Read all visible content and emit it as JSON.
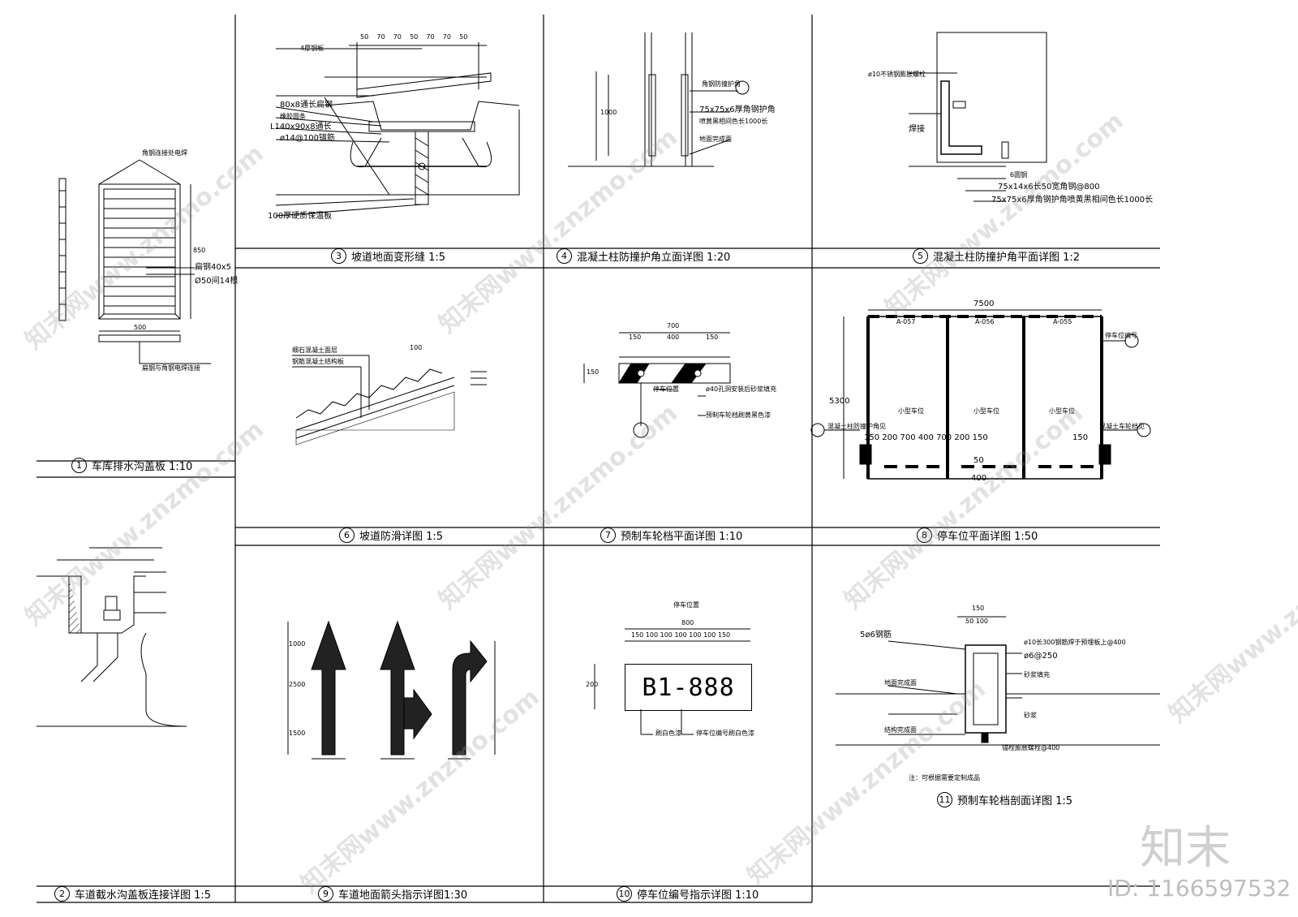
{
  "captions": [
    {
      "num": "1",
      "text": "车库排水沟盖板 1:10"
    },
    {
      "num": "3",
      "text": "坡道地面变形缝    1:5"
    },
    {
      "num": "4",
      "text": "混凝土柱防撞护角立面详图 1:20"
    },
    {
      "num": "5",
      "text": "混凝土柱防撞护角平面详图 1:2"
    },
    {
      "num": "6",
      "text": "坡道防滑详图 1:5"
    },
    {
      "num": "7",
      "text": "预制车轮档平面详图 1:10"
    },
    {
      "num": "8",
      "text": "停车位平面详图 1:50"
    },
    {
      "num": "2",
      "text": "车道截水沟盖板连接详图   1:5"
    },
    {
      "num": "9",
      "text": "车道地面箭头指示详图1:30"
    },
    {
      "num": "10",
      "text": "停车位编号指示详图 1:10"
    },
    {
      "num": "11",
      "text": "预制车轮档剖面详图 1:5"
    }
  ],
  "d1": {
    "l1": "扁钢40x5",
    "l2": "Ø50间14根",
    "l3": "500",
    "l4": "扁钢与角钢电焊连接",
    "l5": "角钢连接处电焊",
    "l6": "850"
  },
  "d3": {
    "l1": "4厚钢板",
    "l2": "80x8通长扁钢",
    "l3": "L140x90x8通长",
    "l4": "ø14@100锚筋",
    "l5": "100厚硬质保温板",
    "l6": "橡胶圆条",
    "dims": [
      "50",
      "70",
      "70",
      "50",
      "70",
      "70",
      "50"
    ]
  },
  "d4": {
    "l1": "角钢防撞护角",
    "l2": "75x75x6厚角钢护角",
    "l3": "喷黄黑相间色长1000长",
    "l4": "地面完成面",
    "l5": "1000"
  },
  "d5": {
    "l1": "ø10不锈钢膨胀螺栓",
    "l2": "焊接",
    "l3": "6圆钢",
    "l4": "75x14x6长50宽角钢@800",
    "l5": "75x75x6厚角钢护角喷黄黑相间色长1000长"
  },
  "d6": {
    "l1": "细石混凝土面层",
    "l2": "钢筋混凝土结构板",
    "l3": "100"
  },
  "d7": {
    "l1": "ø40孔洞安装后砂浆填充",
    "l2": "预制车轮档刷黄黑色漆",
    "l3": "停车位置",
    "d1": "700",
    "d2": "150",
    "d3": "400",
    "d4": "150",
    "d5": "150"
  },
  "d8": {
    "total": "7500",
    "height": "5300",
    "codes": [
      "A-057",
      "A-056",
      "A-055"
    ],
    "slot": "小型车位",
    "l1": "停车位编号",
    "l2": "混凝土柱防撞护角见",
    "l3": "混凝土车轮档见",
    "dims": "150 200 700  400  700 200 150",
    "d400": "400",
    "d50": "50",
    "d150": "150"
  },
  "d9": {
    "d1": "1000",
    "d2": "2500",
    "d3": "1500"
  },
  "d10": {
    "plate": "B1-888",
    "l1": "停车位置",
    "l2": "刷白色漆",
    "l3": "停车位编号刷白色漆",
    "d1": "800",
    "d2": "150 100 100 100 100 100 150",
    "d3": "200"
  },
  "d11": {
    "l1": "5ø6钢筋",
    "l2": "ø10长300钢筋焊于预埋板上@400",
    "l3": "ø6@250",
    "l4": "砂浆填充",
    "l5": "地面完成面",
    "l6": "砂浆",
    "l7": "结构完成面",
    "l8": "锚栓膨胀螺栓@400",
    "l9": "注：可根据需要定制成品",
    "d1": "150",
    "d2": "50  100"
  },
  "watermark": {
    "text1": "知末网www.znzmo.com",
    "logo": "知末",
    "id": "ID: 1166597532"
  }
}
